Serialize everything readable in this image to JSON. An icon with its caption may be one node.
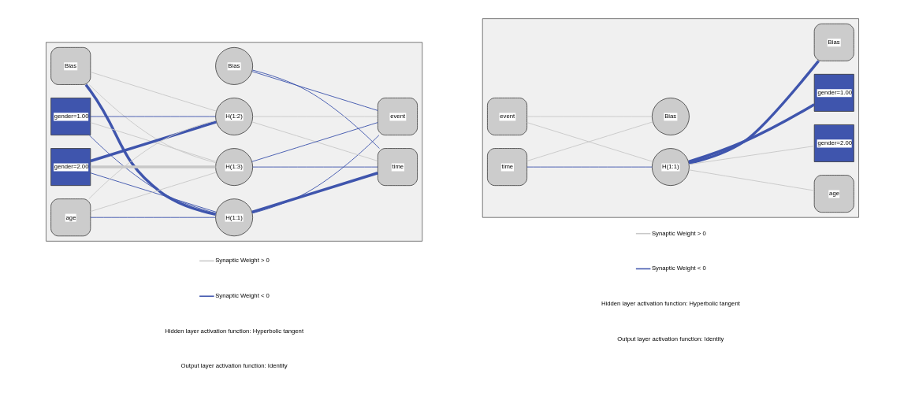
{
  "diagram": {
    "nodes": [
      {
        "text": [],
        "shape": "box"
      },
      {
        "text": [
          "Bias"
        ],
        "in": 0
      },
      {
        "text": [
          "gender=1.00"
        ],
        "in": 0
      },
      {
        "text": [
          "gender=2.00"
        ],
        "in": 0
      },
      {
        "text": [
          "age"
        ],
        "in": 0
      },
      {
        "text": [
          "Bias"
        ],
        "in": 0
      },
      {
        "text": [
          "H(1:1)"
        ],
        "in": 0
      },
      {
        "text": [
          "H(1:2)"
        ],
        "in": 0
      },
      {
        "text": [
          "H(1:3)"
        ],
        "in": 0
      },
      {
        "text": [
          "event"
        ],
        "in": 0
      },
      {
        "text": [
          "time"
        ],
        "in": 0
      },
      {
        "text": [],
        "shape": "box"
      },
      {
        "text": [
          "event"
        ],
        "in": 11
      },
      {
        "text": [
          "time"
        ],
        "in": 11
      },
      {
        "text": [
          "Bias"
        ],
        "in": 11
      },
      {
        "text": [
          "H(1:1)"
        ],
        "in": 11
      },
      {
        "text": [
          "Bias"
        ],
        "in": 11
      },
      {
        "text": [
          "gender=1.00"
        ],
        "in": 11
      },
      {
        "text": [
          "gender=2.00"
        ],
        "in": 11
      },
      {
        "text": [
          "age"
        ],
        "in": 11
      }
    ],
    "edges": [
      {
        "from": 1,
        "to": 6,
        "arrow": "none",
        "style": "thick"
      },
      {
        "from": 1,
        "to": 7,
        "arrow": "none",
        "color": "#c8c8c8"
      },
      {
        "from": 1,
        "to": 8,
        "arrow": "none",
        "color": "#c8c8c8"
      },
      {
        "from": 2,
        "to": 6,
        "arrow": "none"
      },
      {
        "from": 2,
        "to": 7,
        "arrow": "none"
      },
      {
        "from": 2,
        "to": 8,
        "arrow": "none",
        "color": "#c8c8c8"
      },
      {
        "from": 3,
        "to": 6,
        "arrow": "none"
      },
      {
        "from": 3,
        "to": 7,
        "arrow": "none",
        "style": "thick"
      },
      {
        "from": 3,
        "to": 8,
        "arrow": "none",
        "style": "thick",
        "color": "#c8c8c8"
      },
      {
        "from": 4,
        "to": 6,
        "arrow": "none"
      },
      {
        "from": 4,
        "to": 7,
        "arrow": "none",
        "color": "#c8c8c8"
      },
      {
        "from": 4,
        "to": 8,
        "arrow": "none",
        "color": "#c8c8c8"
      },
      {
        "from": 5,
        "to": 9,
        "arrow": "none"
      },
      {
        "from": 5,
        "to": 10,
        "arrow": "none"
      },
      {
        "from": 6,
        "to": 9,
        "arrow": "none"
      },
      {
        "from": 6,
        "to": 10,
        "arrow": "none",
        "style": "thick"
      },
      {
        "from": 7,
        "to": 9,
        "arrow": "none",
        "color": "#c8c8c8"
      },
      {
        "from": 7,
        "to": 10,
        "arrow": "none",
        "color": "#c8c8c8"
      },
      {
        "from": 8,
        "to": 9,
        "arrow": "none"
      },
      {
        "from": 8,
        "to": 10,
        "arrow": "none"
      },
      {
        "from": 12,
        "to": 14,
        "arrow": "none",
        "color": "#c8c8c8"
      },
      {
        "from": 12,
        "to": 15,
        "arrow": "none",
        "color": "#c8c8c8"
      },
      {
        "from": 13,
        "to": 14,
        "arrow": "none",
        "color": "#c8c8c8"
      },
      {
        "from": 13,
        "to": 15,
        "arrow": "none"
      },
      {
        "from": 15,
        "to": 16,
        "arrow": "none",
        "style": "thick"
      },
      {
        "from": 15,
        "to": 17,
        "arrow": "none",
        "style": "thick"
      },
      {
        "from": 15,
        "to": 18,
        "arrow": "none",
        "color": "#c8c8c8"
      },
      {
        "from": 15,
        "to": 19,
        "arrow": "none",
        "color": "#c8c8c8"
      }
    ],
    "labels": [
      "Hidden layer activation function: Hyperbolic tangent",
      "Hidden layer activation function: Hyperbolic tangent",
      "Output layer activation function: Identity",
      "Output layer activation function: Identity"
    ],
    "legend": [
      {
        "text": "Synaptic Weight > 0"
      },
      {
        "text": "Synaptic Weight > 0"
      },
      {
        "text": "Synaptic Weight < 0"
      },
      {
        "text": "Synaptic Weight < 0"
      }
    ]
  }
}
